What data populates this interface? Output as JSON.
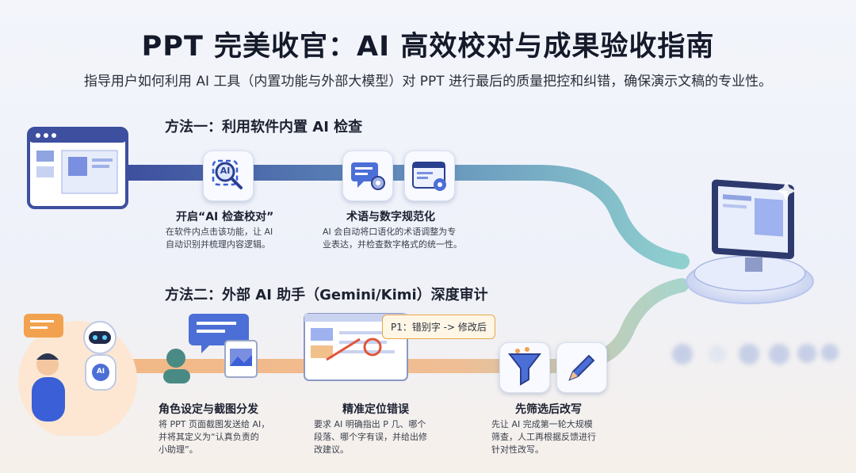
{
  "title": "PPT 完美收官：AI 高效校对与成果验收指南",
  "subtitle": "指导用户如何利用 AI 工具（内置功能与外部大模型）对 PPT 进行最后的质量把控和纠错，确保演示文稿的专业性。",
  "method1": {
    "title": "方法一：利用软件内置 AI 检查",
    "steps": [
      {
        "title": "开启“AI 检查校对”",
        "desc": [
          "在软件内点击该功能，让 AI",
          "自动识别并梳理内容逻辑。"
        ],
        "icon": "ai-magnifier-icon",
        "icon_text": "AI"
      },
      {
        "title": "术语与数字规范化",
        "desc": [
          "AI 会自动将口语化的术语调整为专",
          "业表达，并检查数字格式的统一性。"
        ],
        "icon": "chat-gear-icon"
      }
    ]
  },
  "method2": {
    "title": "方法二：外部 AI 助手（Gemini/Kimi）深度审计",
    "robot_badge": "AI",
    "callout": "P1：错别字 -> 修改后",
    "steps": [
      {
        "title": "角色设定与截图分发",
        "desc": [
          "将 PPT 页面截图发送给 AI，",
          "并将其定义为“认真负责的",
          "小助理”。"
        ],
        "icon": "person-image-icon"
      },
      {
        "title": "精准定位错误",
        "desc": [
          "要求 AI 明确指出 P 几、哪个",
          "段落、哪个字有误，并给出修",
          "改建议。"
        ],
        "icon": "slide-target-icon"
      },
      {
        "title": "先筛选后改写",
        "desc": [
          "先让 AI 完成第一轮大规模",
          "筛查，人工再根据反馈进行",
          "针对性改写。"
        ],
        "icon": "funnel-pen-icon"
      }
    ]
  },
  "colors": {
    "path_blue": "#3d4f9e",
    "path_teal": "#7fc3c8",
    "path_orange": "#f0a866",
    "accent": "#3a5fd6"
  }
}
